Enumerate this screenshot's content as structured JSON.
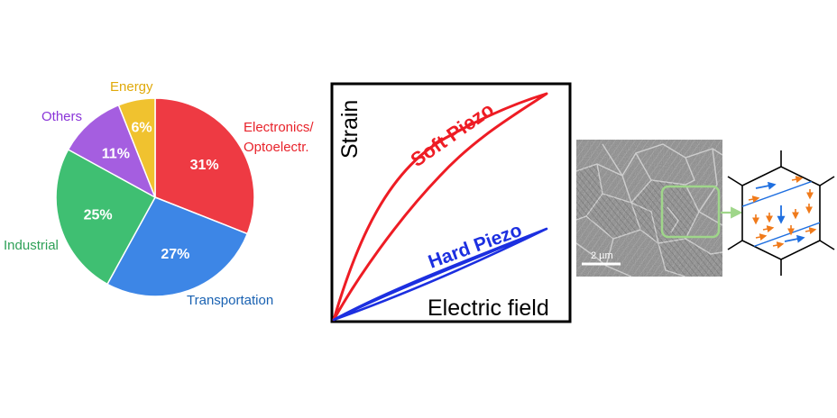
{
  "chart_data": [
    {
      "type": "pie",
      "categories": [
        "Electronics/\nOptoelectr.",
        "Transportation",
        "Industrial",
        "Others",
        "Energy"
      ],
      "values": [
        31,
        27,
        25,
        11,
        6
      ],
      "labels": [
        "Electronics/",
        "Optoelectr.",
        "Transportation",
        "Industrial",
        "Others",
        "Energy"
      ],
      "value_labels": [
        "31%",
        "27%",
        "25%",
        "11%",
        "6%"
      ],
      "colors": [
        "#ee3a43",
        "#3d86e6",
        "#3fbf72",
        "#a55ee0",
        "#f0c22f"
      ],
      "label_colors": [
        "#e8232b",
        "#1a62b2",
        "#2ea057",
        "#8a35d8",
        "#e0a90a"
      ]
    },
    {
      "type": "line",
      "xlabel": "Electric field",
      "ylabel": "Strain",
      "series": [
        {
          "name": "Soft Piezo",
          "color": "#ee1c24"
        },
        {
          "name": "Hard Piezo",
          "color": "#1c2fe0"
        }
      ]
    }
  ],
  "micrograph": {
    "scale_bar_label": "2 µm",
    "highlight_color": "#9fd68a"
  },
  "domain_schematic": {
    "polarization_arrow_color": "#1f6fe0",
    "defect_arrow_color": "#f07a1a"
  }
}
